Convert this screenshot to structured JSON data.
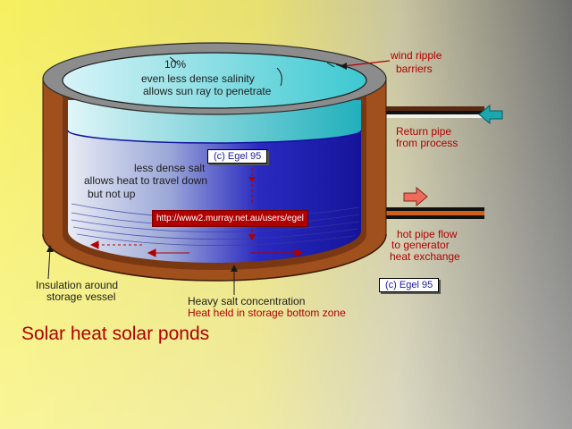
{
  "labels": {
    "percent": "10%",
    "top_line1": "even less dense salinity",
    "top_line2": "allows sun ray to penetrate",
    "wind1": "wind ripple",
    "wind2": "barriers",
    "return1": "Return pipe",
    "return2": "from process",
    "mid1": "less dense salt",
    "mid2": "allows heat to travel down",
    "mid3": "but not up",
    "hot1": "hot pipe flow",
    "hot2": "to generator",
    "hot3": "heat exchange",
    "ins1": "Insulation around",
    "ins2": "storage vessel",
    "heavy1": "Heavy salt concentration",
    "heavy2": "Heat held in storage  bottom zone",
    "copyright_a": "(c)  Egel  95",
    "copyright_b": "(c)  Egel  95",
    "url": "http://www2.murray.net.au/users/egel",
    "title": "Solar heat  solar ponds"
  },
  "colors": {
    "vessel_brown": "#a0501c",
    "top_ring_grey": "#8c8c8c",
    "water_blue": "#1a1ab8",
    "water_teal": "#2ab4c0",
    "label_red": "#b00000",
    "bg_yellow": "#f6f060",
    "bg_grey": "#7a7a7a"
  }
}
